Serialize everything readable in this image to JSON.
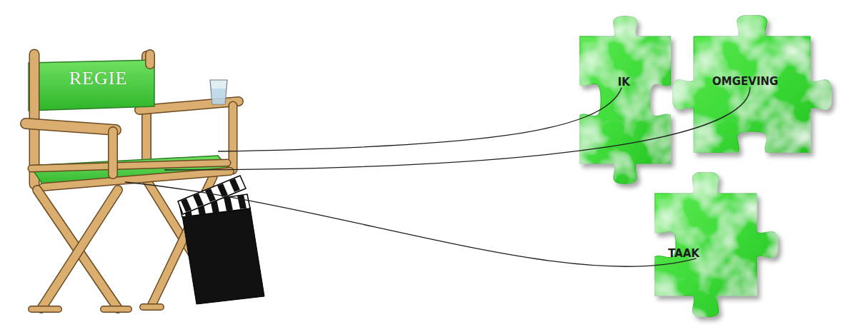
{
  "diagram": {
    "nodes": [
      {
        "text": [
          "REGIE"
        ]
      },
      {
        "text": [
          "IK"
        ]
      },
      {
        "text": [
          "OMGEVING"
        ]
      },
      {
        "text": [
          "TAAK"
        ]
      }
    ],
    "edges": [
      {
        "from": 0,
        "to": 1,
        "arrow": "none"
      },
      {
        "from": 0,
        "to": 2,
        "arrow": "none"
      },
      {
        "from": 0,
        "to": 3,
        "arrow": "none"
      }
    ]
  }
}
